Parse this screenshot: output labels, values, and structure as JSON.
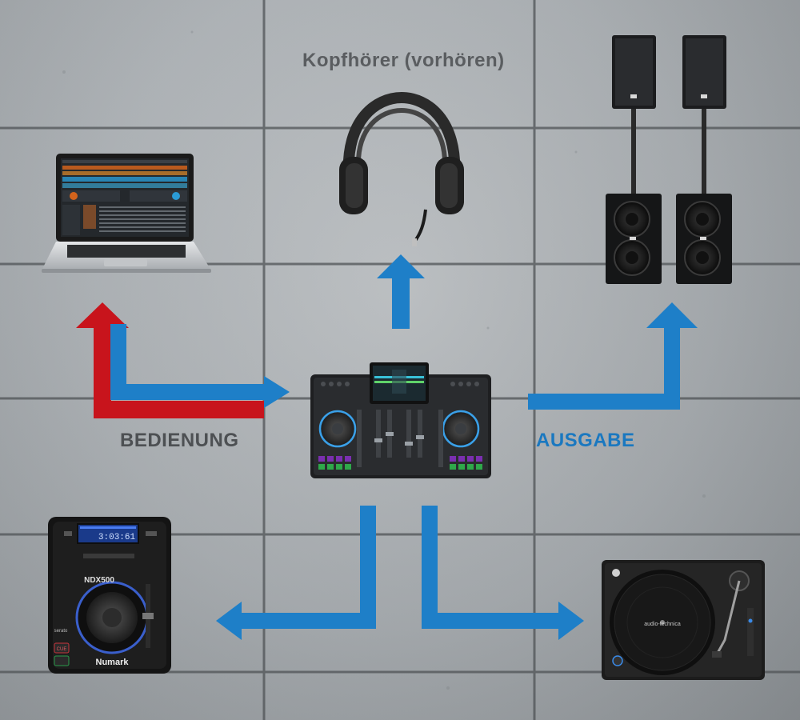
{
  "labels": {
    "headphones": "Kopfhörer (vorhören)",
    "control": "BEDIENUNG",
    "output": "AUSGABE"
  },
  "devices": {
    "cd_player_brand": "Numark",
    "cd_player_model": "NDX500",
    "cd_player_cue": "CUE",
    "cd_player_time": "3:03:61",
    "cd_player_side_brand": "serato",
    "turntable_brand": "audio-technica"
  },
  "colors": {
    "arrow_blue": "#1e7fc8",
    "arrow_red": "#c8141c",
    "output_label": "#1a78c0",
    "control_label": "#4d5053",
    "headphones_label": "#5a5d60"
  }
}
